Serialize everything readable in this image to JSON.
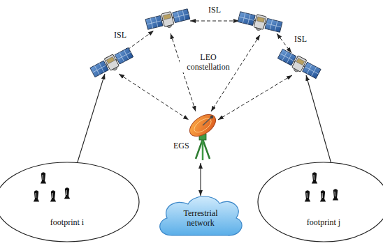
{
  "diagram": {
    "nodes": [
      {
        "text": [
          "EGS"
        ]
      },
      {
        "text": [
          "footprint i"
        ]
      },
      {
        "text": [
          "footprint j"
        ]
      },
      {
        "text": [
          "Terrestrial network"
        ]
      }
    ],
    "edges": [
      {
        "from": 0,
        "to": 3,
        "arrow": "both"
      }
    ],
    "labels": [
      "ISL",
      "ISL",
      "ISL",
      "LEO constellation"
    ]
  }
}
